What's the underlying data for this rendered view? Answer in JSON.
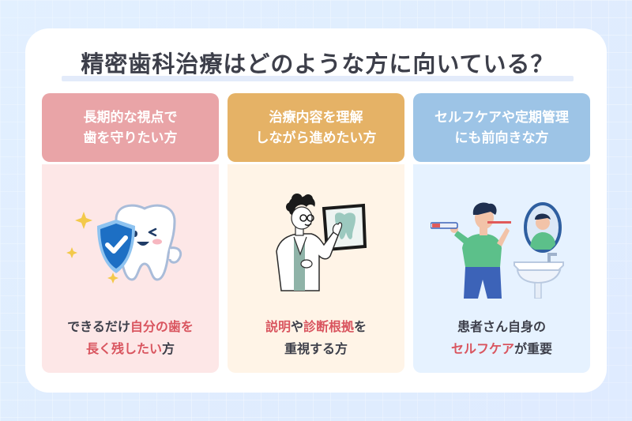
{
  "title": "精密歯科治療はどのような方に向いている？",
  "colors": {
    "title_text": "#3d3f4a",
    "highlight": "#d9555f",
    "card1_header": "#e9a4a7",
    "card1_body": "#fde7e7",
    "card2_header": "#e5b266",
    "card2_body": "#fff4e7",
    "card3_header": "#9dc4e6",
    "card3_body": "#e6f2ff"
  },
  "cards": [
    {
      "header_line1": "長期的な視点で",
      "header_line2": "歯を守りたい方",
      "illustration": "tooth-with-shield-icon",
      "desc": {
        "l1_plain": "できるだけ",
        "l1_hl": "自分の歯を",
        "l2_hl": "長く残したい",
        "l2_plain": "方"
      }
    },
    {
      "header_line1": "治療内容を理解",
      "header_line2": "しながら進めたい方",
      "illustration": "dentist-explaining-xray-icon",
      "desc": {
        "l1_hl1": "説明",
        "l1_plain1": "や",
        "l1_hl2": "診断根拠",
        "l1_plain2": "を",
        "l2_plain": "重視する方"
      }
    },
    {
      "header_line1": "セルフケアや定期管理",
      "header_line2": "にも前向きな方",
      "illustration": "man-brushing-teeth-icon",
      "desc": {
        "l1_plain": "患者さん自身の",
        "l2_hl": "セルフケア",
        "l2_plain": "が重要"
      }
    }
  ]
}
